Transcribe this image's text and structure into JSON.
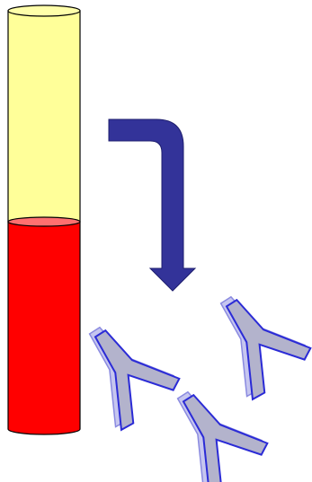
{
  "colors": {
    "background": "#ffffff",
    "plasma": "#ffff99",
    "plasma_top": "#ffffaa",
    "red_cells": "#ff0000",
    "interface": "#ff7070",
    "arrow": "#333399",
    "antibody_fill": "#b3b3cc",
    "antibody_shadow": "#c6c6ef",
    "antibody_outline": "#2b2bd6",
    "outline": "#000000"
  },
  "icons": {
    "tube": "test-tube-icon",
    "arrow": "curved-down-arrow-icon",
    "antibody": "antibody-icon"
  },
  "tube": {
    "plasma_fraction": 0.5,
    "red_cell_fraction": 0.5
  },
  "antibodies": [
    {
      "name": "antibody-left"
    },
    {
      "name": "antibody-right"
    },
    {
      "name": "antibody-bottom"
    }
  ]
}
